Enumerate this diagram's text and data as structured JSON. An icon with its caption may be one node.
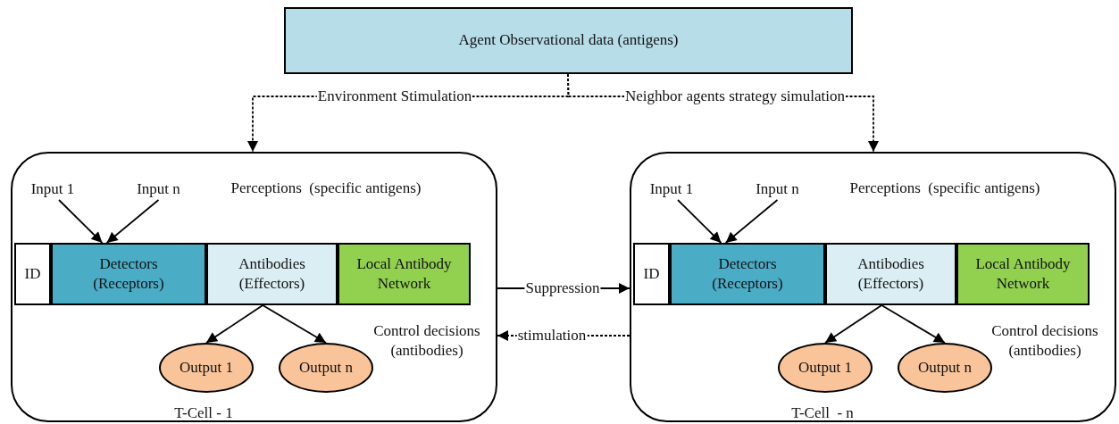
{
  "diagram": {
    "nodes": [
      {
        "text": [
          "Agent Observational data (antigens)"
        ]
      },
      {
        "text": [
          "Perceptions  (specific antigens)",
          "Control decisions (antibodies)",
          "T-Cell - 1"
        ]
      },
      {
        "text": [
          "Input 1"
        ],
        "in": 1
      },
      {
        "text": [
          "Input n"
        ],
        "in": 1
      },
      {
        "text": [
          "ID"
        ],
        "in": 1
      },
      {
        "text": [
          "Detectors (Receptors)"
        ],
        "in": 1
      },
      {
        "text": [
          "Antibodies (Effectors)"
        ],
        "in": 1
      },
      {
        "text": [
          "Local Antibody Network"
        ],
        "in": 1
      },
      {
        "text": [
          "Output 1"
        ],
        "in": 1
      },
      {
        "text": [
          "Output n"
        ],
        "in": 1
      },
      {
        "text": [
          "Perceptions  (specific antigens)",
          "Control decisions (antibodies)",
          "T-Cell  - n"
        ]
      },
      {
        "text": [
          "Input 1"
        ],
        "in": 10
      },
      {
        "text": [
          "Input n"
        ],
        "in": 10
      },
      {
        "text": [
          "ID"
        ],
        "in": 10
      },
      {
        "text": [
          "Detectors (Receptors)"
        ],
        "in": 10
      },
      {
        "text": [
          "Antibodies (Effectors)"
        ],
        "in": 10
      },
      {
        "text": [
          "Local Antibody Network"
        ],
        "in": 10
      },
      {
        "text": [
          "Output 1"
        ],
        "in": 10
      },
      {
        "text": [
          "Output n"
        ],
        "in": 10
      }
    ],
    "edges": [
      {
        "from": 0,
        "to": 1,
        "arrow": "to",
        "label": "Environment Stimulation",
        "style": "dashed"
      },
      {
        "from": 0,
        "to": 10,
        "arrow": "to",
        "label": "Neighbor agents strategy simulation",
        "style": "dashed"
      },
      {
        "from": 2,
        "to": 5,
        "arrow": "to"
      },
      {
        "from": 3,
        "to": 5,
        "arrow": "to"
      },
      {
        "from": 6,
        "to": 8,
        "arrow": "to"
      },
      {
        "from": 6,
        "to": 9,
        "arrow": "to"
      },
      {
        "from": 1,
        "to": 10,
        "arrow": "to",
        "label": "Suppression"
      },
      {
        "from": 10,
        "to": 1,
        "arrow": "to",
        "label": "stimulation",
        "style": "dashed"
      },
      {
        "from": 11,
        "to": 14,
        "arrow": "to"
      },
      {
        "from": 12,
        "to": 14,
        "arrow": "to"
      },
      {
        "from": 15,
        "to": 17,
        "arrow": "to"
      },
      {
        "from": 15,
        "to": 18,
        "arrow": "to"
      }
    ]
  }
}
